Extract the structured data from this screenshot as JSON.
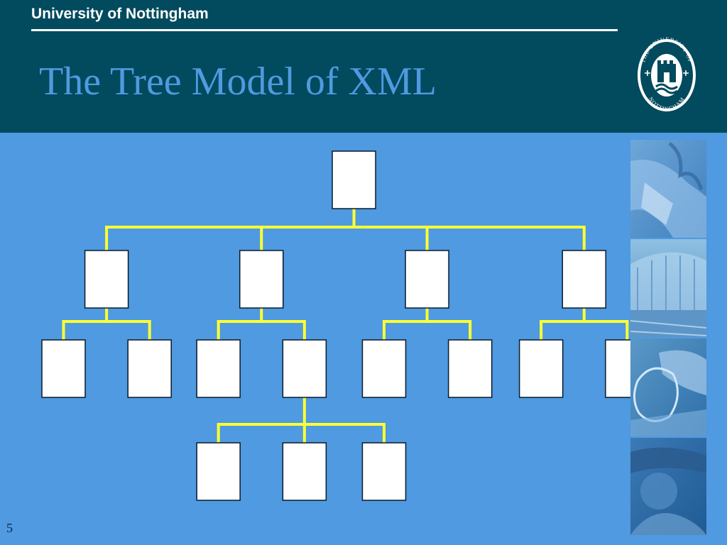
{
  "header": {
    "institution": "University of Nottingham",
    "title": "The Tree Model of XML"
  },
  "crest": {
    "icon": "university-crest-icon",
    "text": "THE UNIVERSITY OF NOTTINGHAM"
  },
  "diagram": {
    "type": "tree",
    "node_color": "#ffffff",
    "connector_color": "#ffff33",
    "tree": {
      "children": [
        {
          "children": [
            {},
            {}
          ]
        },
        {
          "children": [
            {},
            {
              "children": [
                {},
                {},
                {}
              ]
            }
          ]
        },
        {
          "children": [
            {},
            {}
          ]
        },
        {
          "children": [
            {},
            {}
          ]
        }
      ]
    }
  },
  "photo_strip": {
    "icons": [
      "hand-illustration-icon",
      "glass-building-icon",
      "computer-mouse-icon",
      "student-photo-icon"
    ]
  },
  "footer": {
    "slide_number": "5"
  },
  "colors": {
    "header_background": "#024a5e",
    "slide_background": "#4f9ae0",
    "title": "#4f9ae0",
    "institution_text": "#ffffff"
  }
}
